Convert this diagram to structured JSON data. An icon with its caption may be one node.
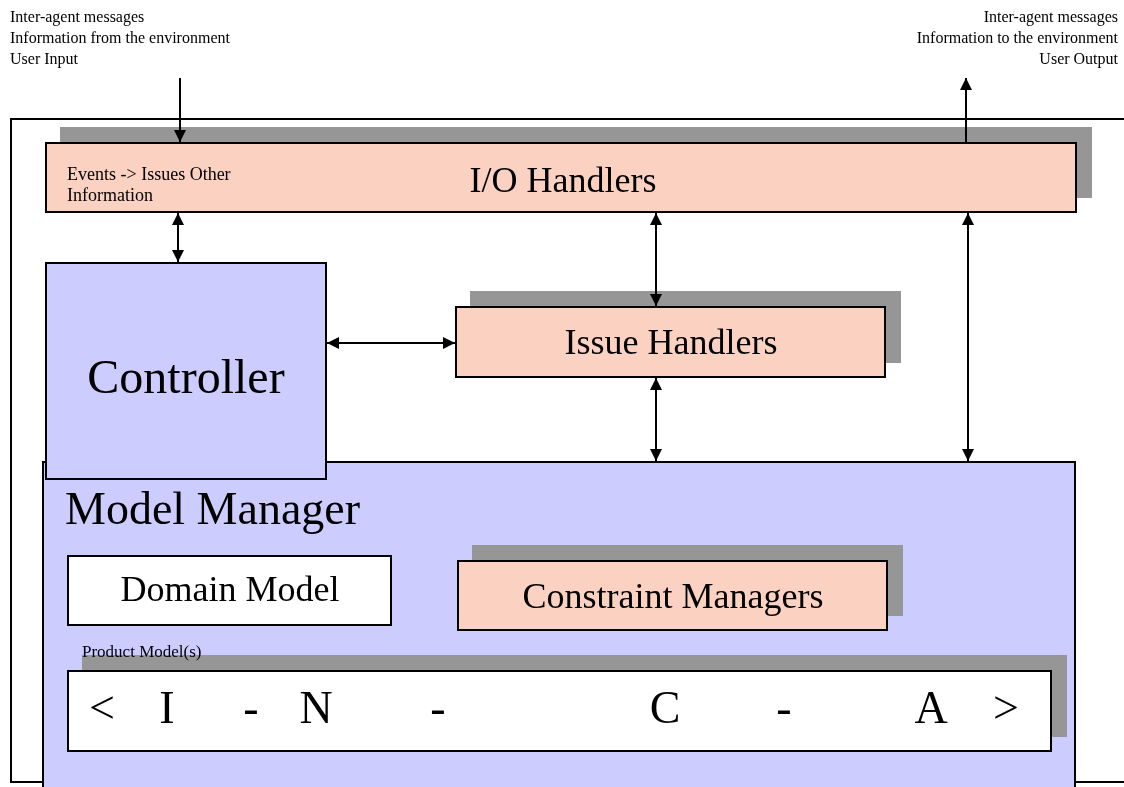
{
  "diagram": {
    "nodes": [
      {
        "text": [
          "Events -> Issues Other Information",
          "I/O Handlers"
        ]
      },
      {
        "text": [
          "Controller"
        ]
      },
      {
        "text": [
          "Issue Handlers"
        ]
      },
      {
        "text": [
          "Model Manager"
        ]
      },
      {
        "text": [
          "Domain Model"
        ],
        "in": 3
      },
      {
        "text": [
          "Constraint Managers"
        ],
        "in": 3
      },
      {
        "text": [
          "Product Model(s)",
          "<",
          "I",
          "-",
          "N",
          "-",
          "C",
          "-",
          "A",
          ">"
        ],
        "in": 3
      },
      {
        "text": [
          "Inter-agent messages",
          "Information from the environment",
          "User Input"
        ]
      },
      {
        "text": [
          "Inter-agent messages",
          "Information to the environment",
          "User Output"
        ]
      }
    ],
    "edges": [
      {
        "from": 7,
        "to": 0,
        "arrow": "to"
      },
      {
        "from": 0,
        "to": 8,
        "arrow": "to"
      },
      {
        "from": 0,
        "to": 1,
        "arrow": "both"
      },
      {
        "from": 0,
        "to": 2,
        "arrow": "both"
      },
      {
        "from": 1,
        "to": 2,
        "arrow": "both"
      },
      {
        "from": 2,
        "to": 3,
        "arrow": "both"
      },
      {
        "from": 0,
        "to": 3,
        "arrow": "both"
      }
    ]
  }
}
